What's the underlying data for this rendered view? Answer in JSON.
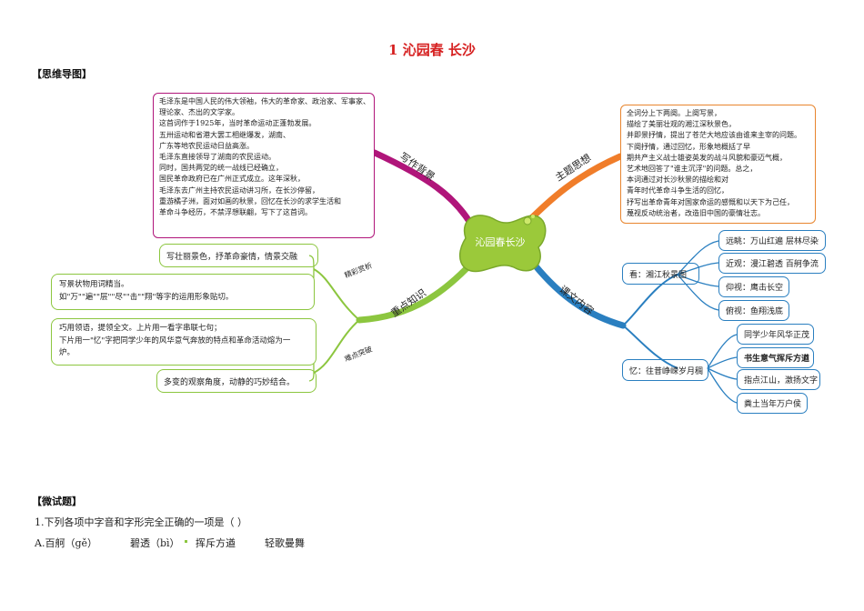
{
  "title": "1  沁园春  长沙",
  "section_mindmap": "【思维导图】",
  "section_exercise": "【微试题】",
  "center": "沁园春长沙",
  "branches": {
    "background": "写作背景",
    "theme": "主题思想",
    "knowledge": "重点知识",
    "content": "课文内容"
  },
  "background_lines": [
    "毛泽东是中国人民的伟大领袖，伟大的革命家、政治家、军事家、",
    "理论家、杰出的文学家。",
    "这首词作于1925年，当时革命运动正蓬勃发展。",
    "五卅运动和省港大罢工相继爆发，湖南、",
    "广东等地农民运动日益高涨。",
    "毛泽东直接领导了湖南的农民运动。",
    "同时，国共两党的统一战线已经确立，",
    "国民革命政府已在广州正式成立。这年深秋，",
    "毛泽东去广州主持农民运动讲习所，在长沙停留，",
    "重游橘子洲，面对如画的秋景，回忆在长沙的求学生活和",
    "革命斗争经历，不禁浮想联翩，写下了这首词。"
  ],
  "theme_lines": [
    "全词分上下两阕。上阕写景，",
    "描绘了美丽壮观的湘江深秋景色，",
    "并即景抒情，提出了苍茫大地应该由谁来主宰的问题。",
    "下阕抒情，通过回忆，形象地概括了早",
    "期共产主义战士雄姿英发的战斗风貌和豪迈气概，",
    "艺术地回答了\"谁主沉浮\"的问题。总之，",
    "本词通过对长沙秋景的描绘和对",
    "青年时代革命斗争生活的回忆，",
    "抒写出革命青年对国家命运的感慨和以天下为己任，",
    "蔑视反动统治者，改造旧中国的豪情壮志。"
  ],
  "knowledge": {
    "sub1": "精彩赏析",
    "sub2": "难点突破",
    "box1": "写壮丽景色，抒革命豪情，情景交融",
    "box2_lines": [
      "写景状物用词精当。",
      "如\"万\"\"遍\"\"层\"\"尽\"\"击\"\"翔\"等字的运用形象贴切。"
    ],
    "box3_lines": [
      "巧用领语，提领全文。上片用一看字串联七句；",
      "下片用一\"忆\"字把同学少年的风华意气奔放的特点和革命活动熔为一",
      "炉。"
    ],
    "box4": "多变的观察角度，动静的巧妙结合。"
  },
  "content": {
    "look": "看：湘江秋景图",
    "look_items": [
      "远眺：万山红遍 层林尽染",
      "近观：漫江碧透 百舸争流",
      "仰视：鹰击长空",
      "俯视：鱼翔浅底"
    ],
    "recall": "忆：往昔峥嵘岁月稠",
    "recall_items": [
      "同学少年风华正茂",
      "书生意气挥斥方遒",
      "指点江山，激扬文字",
      "粪土当年万户侯"
    ]
  },
  "exercise": {
    "question": "1.下列各项中字音和字形完全正确的一项是（    ）",
    "option_a": [
      "A.百舸（gě）",
      "碧透（bì）",
      "挥斥方遒",
      "轻歌曼舞"
    ]
  },
  "colors": {
    "title": "#d62020",
    "background_branch": "#b0157a",
    "theme_branch": "#e8852e",
    "knowledge_branch": "#8cc63f",
    "content_branch": "#2a7fc0",
    "center": "#9bc93a"
  }
}
